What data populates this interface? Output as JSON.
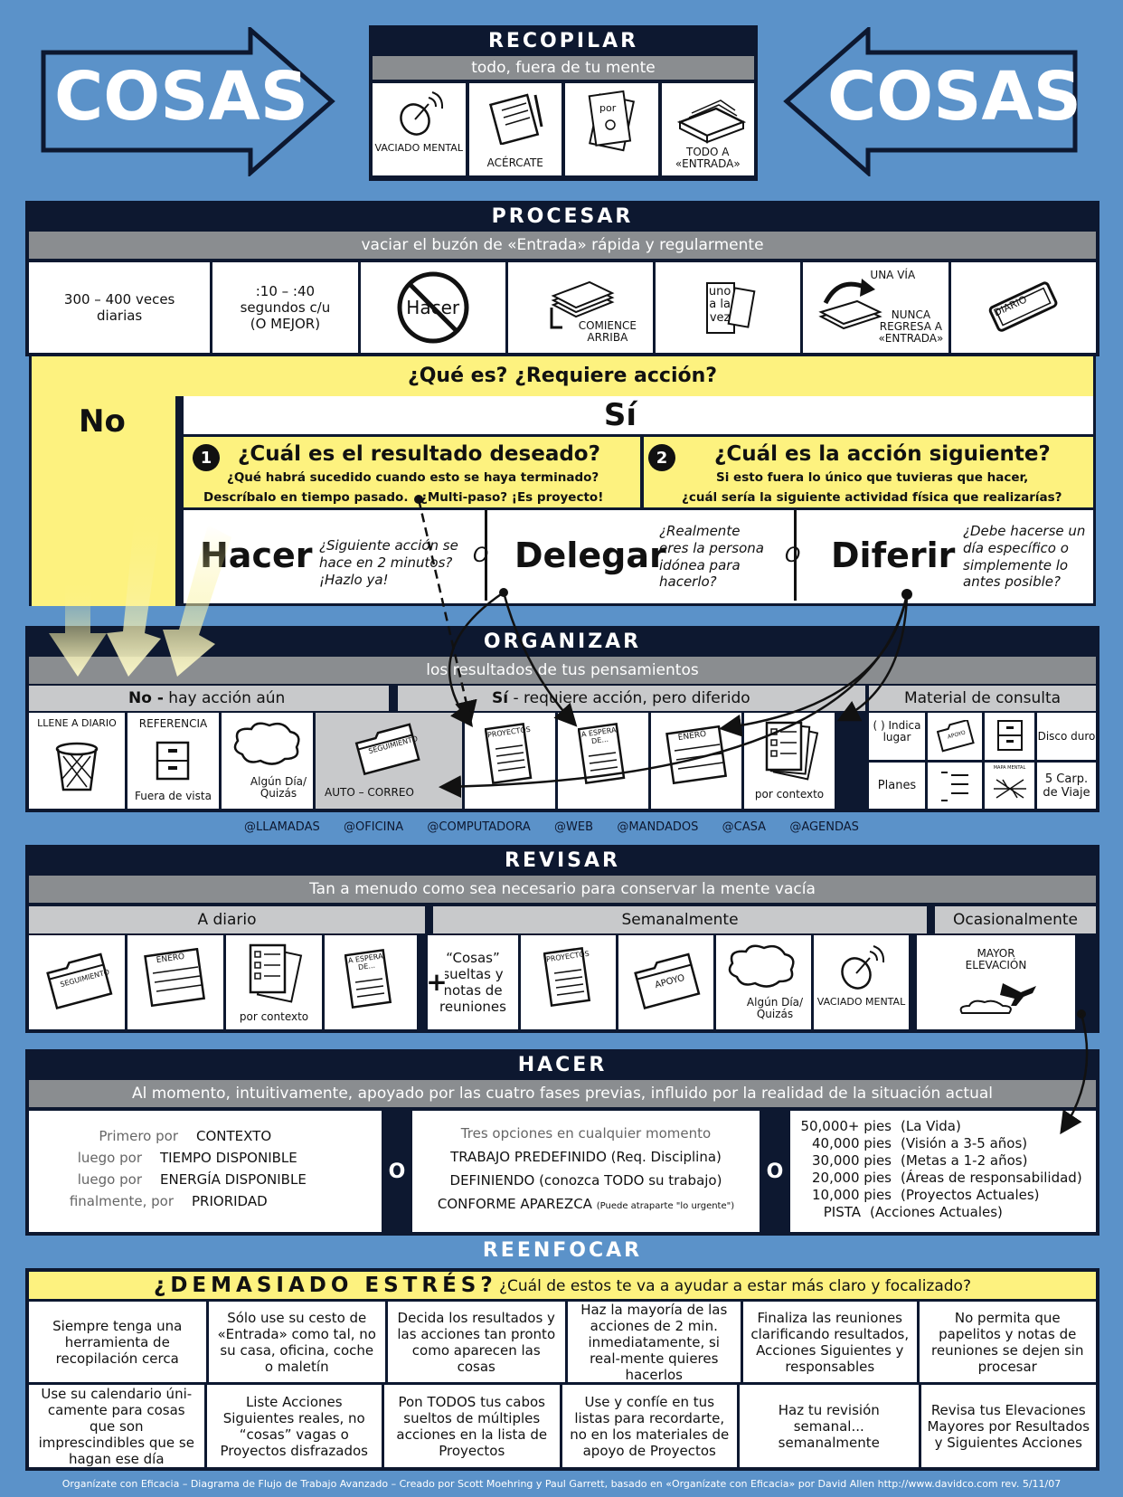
{
  "cosas_left": "COSAS",
  "cosas_right": "COSAS",
  "recopilar": {
    "title": "RECOPILAR",
    "subtitle": "todo, fuera de tu mente",
    "items": [
      "VACIADO MENTAL",
      "ACÉRCATE",
      "por",
      "TODO A «ENTRADA»"
    ]
  },
  "procesar": {
    "title": "PROCESAR",
    "subtitle": "vaciar el buzón de «Entrada» rápida y regularmente",
    "c1": "300 – 400 veces diarias",
    "c2a": ":10 – :40",
    "c2b": "segundos c/u",
    "c2c": "(O MEJOR)",
    "c3": "Hacer",
    "c4": "COMIENCE ARRIBA",
    "c5": "uno a la vez",
    "c6a": "UNA VÍA",
    "c6b": "NUNCA REGRESA A «ENTRADA»",
    "c7": "DIARIO"
  },
  "question": "¿Qué es? ¿Requiere acción?",
  "no": "No",
  "si": "Sí",
  "q1": {
    "num": "1",
    "title": "¿Cuál es el resultado deseado?",
    "l1": "¿Qué habrá sucedido cuando esto se haya terminado?",
    "l2": "Descríbalo en tiempo pasado.",
    "l3": "¿Multi-paso? ¡Es proyecto!"
  },
  "q2": {
    "num": "2",
    "title": "¿Cuál es la acción siguiente?",
    "l1": "Si esto fuera lo único que tuvieras que hacer,",
    "l2": "¿cuál sería la siguiente actividad física que realizarías?"
  },
  "actions": {
    "hacer": "Hacer",
    "hacer_note": "¿Siguiente acción se hace en 2 minutos? ¡Hazlo ya!",
    "o1": "O",
    "delegar": "Delegar",
    "delegar_note": "¿Realmente eres la persona idónea para hacerlo?",
    "o2": "O",
    "diferir": "Diferir",
    "diferir_note": "¿Debe hacerse un día específico o simplemente lo antes posible?"
  },
  "organizar": {
    "title": "ORGANIZAR",
    "subtitle": "los resultados de tus pensamientos",
    "no_head_b": "No -",
    "no_head": " hay acción aún",
    "si_head_b": "Sí",
    "si_head": " - requiere acción, pero diferido",
    "ref_head": "Material de consulta",
    "llene": "LLENE A DIARIO",
    "referencia": "REFERENCIA",
    "fuera": "Fuera de vista",
    "algun": "Algún Día/ Quizás",
    "auto": "AUTO – CORREO",
    "seguimiento": "SEGUIMIENTO",
    "proyectos": "PROYECTOS",
    "espera": "A ESPERA DE...",
    "enero": "ENERO",
    "porcontexto": "por contexto",
    "indica": "( ) Indica lugar",
    "apoyo": "APOYO",
    "disco": "Disco duro",
    "planes": "Planes",
    "mapa": "MAPA MENTAL",
    "carp": "5 Carp. de Viaje",
    "contexts": [
      "@LLAMADAS",
      "@OFICINA",
      "@COMPUTADORA",
      "@WEB",
      "@MANDADOS",
      "@CASA",
      "@AGENDAS"
    ]
  },
  "revisar": {
    "title": "REVISAR",
    "subtitle": "Tan a menudo como sea necesario para conservar la mente vacía",
    "diario": "A diario",
    "semanal": "Semanalmente",
    "ocasional": "Ocasionalmente",
    "seguimiento": "SEGUIMIENTO",
    "enero": "ENERO",
    "porcontexto": "por contexto",
    "espera": "A ESPERA DE...",
    "cosas": "“Cosas” sueltas y notas de reuniones",
    "proyectos": "PROYECTOS",
    "apoyo": "APOYO",
    "algun": "Algún Día/ Quizás",
    "vaciado": "VACIADO MENTAL",
    "mayor": "MAYOR ELEVACIÓN"
  },
  "hacer": {
    "title": "HACER",
    "subtitle": "Al momento, intuitivamente, apoyado por las cuatro fases previas, influido por la realidad de la situación actual",
    "left": [
      [
        "Primero por",
        "CONTEXTO"
      ],
      [
        "luego por",
        "TIEMPO DISPONIBLE"
      ],
      [
        "luego por",
        "ENERGÍA DISPONIBLE"
      ],
      [
        "finalmente, por",
        "PRIORIDAD"
      ]
    ],
    "o1": "O",
    "o2": "O",
    "mid_head": "Tres opciones en cualquier momento",
    "mid": [
      "TRABAJO PREDEFINIDO (Req. Disciplina)",
      "DEFINIENDO (conozca TODO su trabajo)",
      "CONFORME APAREZCA"
    ],
    "mid_small": "(Puede atraparte \"lo urgente\")",
    "right": [
      [
        "50,000+ pies",
        "(La Vida)"
      ],
      [
        "40,000 pies",
        "(Visión a 3-5 años)"
      ],
      [
        "30,000 pies",
        "(Metas a 1-2 años)"
      ],
      [
        "20,000 pies",
        "(Áreas de responsabilidad)"
      ],
      [
        "10,000 pies",
        "(Proyectos Actuales)"
      ],
      [
        "PISTA",
        "(Acciones Actuales)"
      ]
    ]
  },
  "reenfocar": {
    "title": "REENFOCAR",
    "stress": "¿DEMASIADO ESTRÉS?",
    "stress_q": "¿Cuál de estos te va a ayudar a estar más claro y focalizado?",
    "row1": [
      "Siempre tenga una herramienta de recopilación cerca",
      "Sólo use su cesto de «Entrada» como tal, no su casa, oficina, coche o maletín",
      "Decida los resultados y las acciones tan pronto como aparecen las cosas",
      "Haz la mayoría de las acciones de 2 min. inmediatamente, si real-mente quieres hacerlos",
      "Finaliza las reuniones clarificando resultados, Acciones Siguientes y responsables",
      "No permita que papelitos y notas de reuniones se dejen sin procesar"
    ],
    "row2": [
      "Use su calendario úni-camente para cosas que son imprescindibles que se hagan ese día",
      "Liste Acciones Siguientes reales, no “cosas” vagas o Proyectos disfrazados",
      "Pon TODOS tus cabos sueltos de múltiples acciones en la lista de Proyectos",
      "Use y confíe en tus listas para recordarte, no en los materiales de apoyo de Proyectos",
      "Haz tu revisión semanal... semanalmente",
      "Revisa tus Elevaciones Mayores por Resultados y Siguientes Acciones"
    ]
  },
  "footer": "Organízate con Eficacia – Diagrama de Flujo de Trabajo Avanzado – Creado por Scott Moehring y Paul Garrett, basado en «Organízate con Eficacia» por David Allen  http://www.davidco.com     rev. 5/11/07"
}
